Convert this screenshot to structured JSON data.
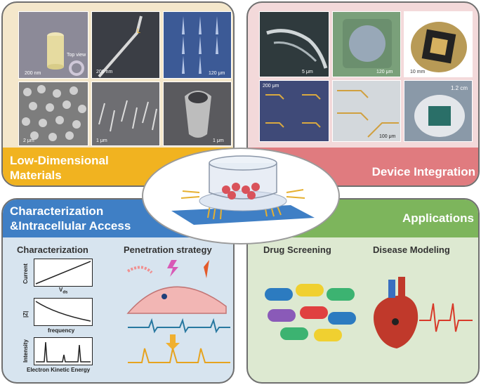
{
  "quadrants": {
    "low_dimensional": {
      "title_line1": "Low-Dimensional",
      "title_line2": "Materials",
      "scale_bars": [
        "200 nm",
        "200 nm",
        "120 μm",
        "2 μm",
        "1 μm",
        "1 μm"
      ],
      "inset_label": "Top view",
      "l_label": "L"
    },
    "device_integration": {
      "title": "Device Integration",
      "scale_bars": [
        "5 μm",
        "120 μm",
        "10 mm",
        "200 μm",
        "100 μm",
        "1.2 cm"
      ]
    },
    "characterization": {
      "title_line1": "Characterization",
      "title_line2": "&Intracellular Access",
      "sub_characterization": "Characterization",
      "sub_penetration": "Penetration strategy",
      "plots": [
        {
          "ylabel": "Current",
          "xlabel": "V",
          "xlabel_sub": "ds"
        },
        {
          "ylabel": "|Z|",
          "xlabel": "frequency",
          "xlabel_sub": ""
        },
        {
          "ylabel": "Intensity",
          "xlabel": "Electron Kinetic Energy",
          "xlabel_sub": ""
        }
      ]
    },
    "applications": {
      "title": "Applications",
      "sub_drug": "Drug Screening",
      "sub_disease": "Disease Modeling"
    }
  },
  "colors": {
    "orange": "#f1b320",
    "pink": "#e07b7f",
    "blue": "#3f7fc5",
    "green": "#7db55c"
  }
}
